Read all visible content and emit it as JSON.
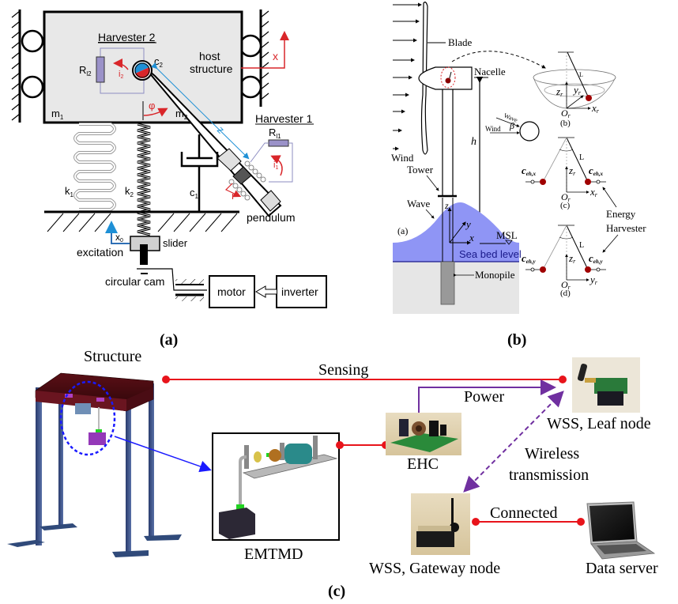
{
  "panel_a": {
    "caption": "(a)",
    "harvester2": "Harvester 2",
    "harvester1": "Harvester 1",
    "host_structure_1": "host",
    "host_structure_2": "structure",
    "x_label": "x",
    "r_l2": "R",
    "r_l2_sub": "l2",
    "r_l1": "R",
    "r_l1_sub": "l1",
    "i2": "i",
    "i2_sub": "2",
    "i1": "i",
    "i1_sub": "1",
    "c2": "c",
    "c2_sub": "2",
    "phi": "φ",
    "m1": "m",
    "m1_sub": "1",
    "m2": "m",
    "m2_sub": "2",
    "z_label": "z",
    "r_label": "r",
    "k1": "k",
    "k1_sub": "1",
    "k2": "k",
    "k2_sub": "2",
    "c1": "c",
    "c1_sub": "1",
    "pendulum": "pendulum",
    "x0": "x",
    "x0_sub": "0",
    "excitation": "excitation",
    "slider": "slider",
    "circular_cam": "circular cam",
    "motor": "motor",
    "inverter": "inverter"
  },
  "panel_b": {
    "caption": "(b)",
    "blade": "Blade",
    "nacelle": "Nacelle",
    "wind": "Wind",
    "tower": "Tower",
    "wave": "Wave",
    "sub_a": "(a)",
    "h_label": "h",
    "z_axis": "z",
    "y_axis": "y",
    "x_axis": "x",
    "msl": "MSL",
    "sea_bed_level": "Sea bed level",
    "monopile": "Monopile",
    "wave_small": "Wave",
    "wind_small": "Wind",
    "beta": "β",
    "sub_b": "(b)",
    "sub_c": "(c)",
    "sub_d": "(d)",
    "L": "L",
    "zr": "z",
    "yr": "y",
    "xr": "x",
    "or": "O",
    "r_sub": "r",
    "c_eh": "c",
    "c_eh_x_sub": "eh,x",
    "c_eh_y_sub": "eh,y",
    "energy": "Energy",
    "harvester": "Harvester"
  },
  "panel_c": {
    "caption": "(c)",
    "structure": "Structure",
    "sensing": "Sensing",
    "power": "Power",
    "emtmd": "EMTMD",
    "ehc": "EHC",
    "wss_leaf": "WSS, Leaf node",
    "wireless_1": "Wireless",
    "wireless_2": "transmission",
    "connected": "Connected",
    "wss_gateway": "WSS, Gateway node",
    "data_server": "Data server"
  },
  "colors": {
    "red_line": "#e8141b",
    "purple_line": "#7030a0",
    "blue_arrow": "#1a1aff",
    "sea_blue": "#8f95f5",
    "annotation_red": "#d9262a",
    "annotation_blue": "#1e90d6"
  }
}
